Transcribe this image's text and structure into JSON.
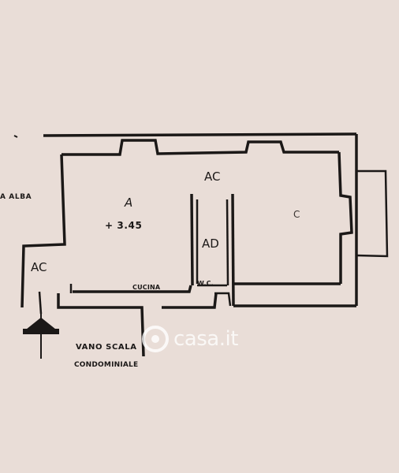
{
  "labels": {
    "room_a": "A",
    "area": "+ 3.45",
    "ac_top": "AC",
    "ad": "AD",
    "c_room": "C",
    "ac_left": "AC",
    "street": "A ALBA",
    "cucina": "CUCINA",
    "wc": "W.C.",
    "vano_scala": "VANO SCALA",
    "condominiale": "CONDOMINIALE"
  },
  "watermark": {
    "text": "casa.it",
    "icon": "casa-logo-icon"
  },
  "colors": {
    "paper": "#e9ddd7",
    "ink": "#1b1817",
    "watermark": "#ffffff"
  }
}
